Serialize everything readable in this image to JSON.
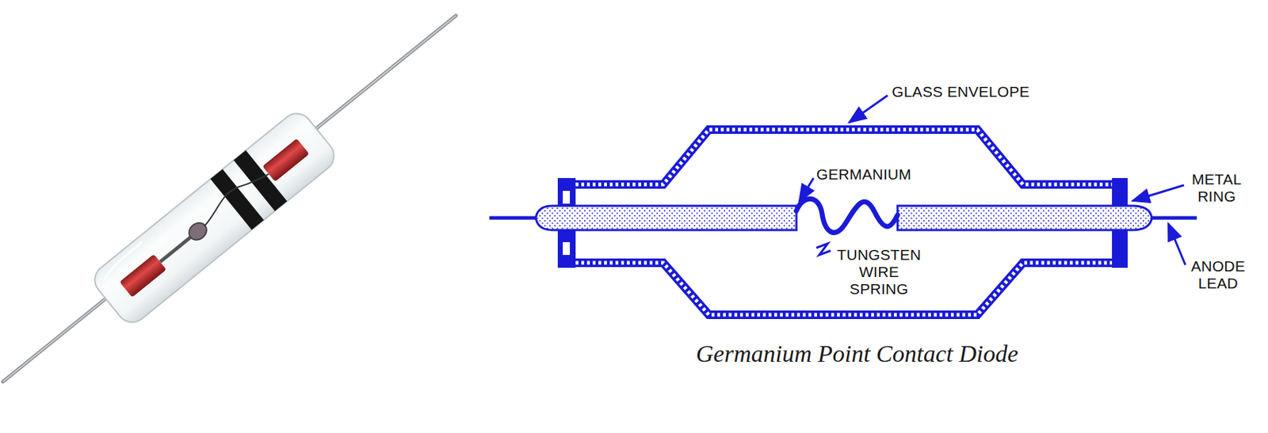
{
  "diagram": {
    "caption": "Germanium Point Contact Diode",
    "labels": [
      "GLASS ENVELOPE",
      "GERMANIUM",
      "METAL RING",
      "TUNGSTEN WIRE SPRING",
      "ANODE LEAD"
    ]
  }
}
